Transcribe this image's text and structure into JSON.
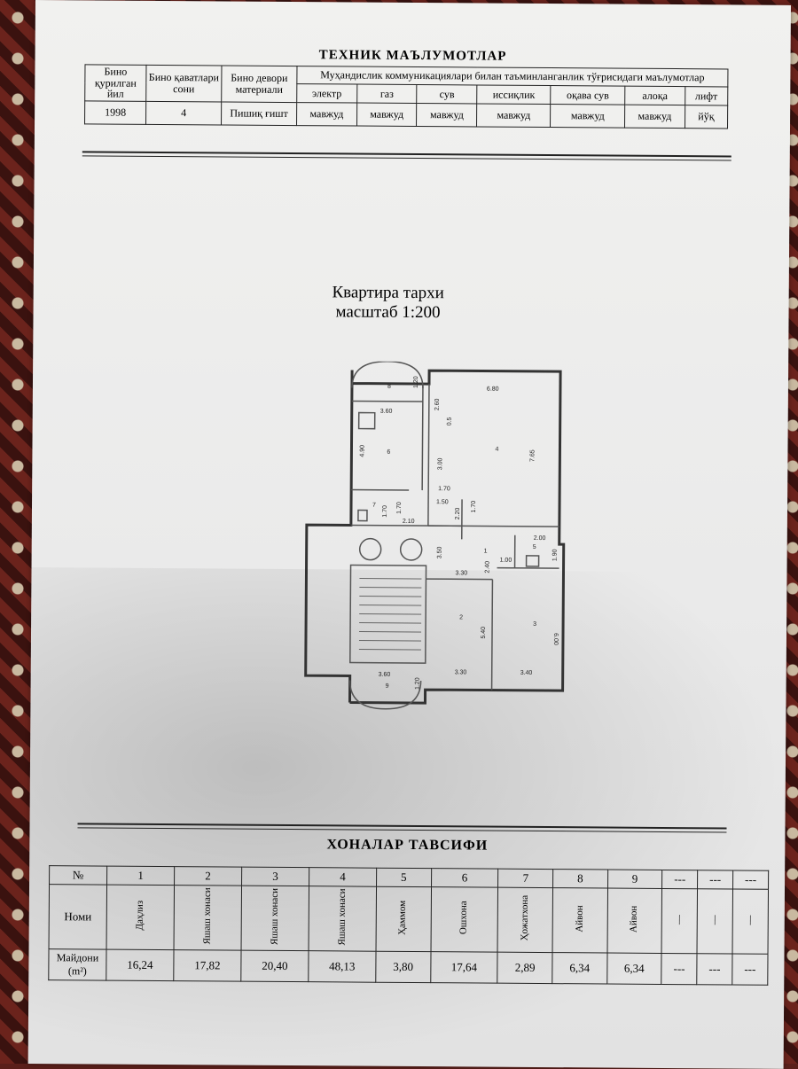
{
  "tech": {
    "title": "ТЕХНИК МАЪЛУМОТЛАР",
    "col_year": "Бино қурилган йил",
    "col_floors": "Бино қаватлари сони",
    "col_wall": "Бино девори материали",
    "engineering_header": "Муҳандислик коммуникациялари билан таъминланганлик тўғрисидаги маълумотлар",
    "utilities": [
      "электр",
      "газ",
      "сув",
      "иссиқлик",
      "оқава сув",
      "алоқа",
      "лифт"
    ],
    "year": "1998",
    "floors": "4",
    "wall": "Пишиқ ғишт",
    "utility_values": [
      "мавжуд",
      "мавжуд",
      "мавжуд",
      "мавжуд",
      "мавжуд",
      "мавжуд",
      "йўқ"
    ]
  },
  "plan": {
    "title": "Квартира тархи",
    "scale": "масштаб 1:200",
    "room_numbers": [
      "1",
      "2",
      "3",
      "4",
      "5",
      "6",
      "7",
      "8",
      "9"
    ],
    "dims": [
      "3.60",
      "1.20",
      "6.80",
      "2.60",
      "0.5",
      "4.90",
      "3.00",
      "7.65",
      "1.70",
      "1.50",
      "2.20",
      "1.70",
      "1.70",
      "1.70",
      "2.10",
      "3.50",
      "3.30",
      "2.40",
      "1.00",
      "2.00",
      "1.90",
      "5.40",
      "6.00",
      "3.30",
      "3.40",
      "3.60",
      "1.20"
    ]
  },
  "rooms": {
    "title": "ХОНАЛАР ТАВСИФИ",
    "h_no": "№",
    "h_name": "Номи",
    "h_area": "Майдони (m²)",
    "numbers": [
      "1",
      "2",
      "3",
      "4",
      "5",
      "6",
      "7",
      "8",
      "9",
      "---",
      "---",
      "---"
    ],
    "names": [
      "Даҳлиз",
      "Яшаш хонаси",
      "Яшаш хонаси",
      "Яшаш хонаси",
      "Ҳаммом",
      "Ошхона",
      "Ҳожатхона",
      "Айвон",
      "Айвон",
      "—",
      "—",
      "—"
    ],
    "areas": [
      "16,24",
      "17,82",
      "20,40",
      "48,13",
      "3,80",
      "17,64",
      "2,89",
      "6,34",
      "6,34",
      "---",
      "---",
      "---"
    ]
  }
}
